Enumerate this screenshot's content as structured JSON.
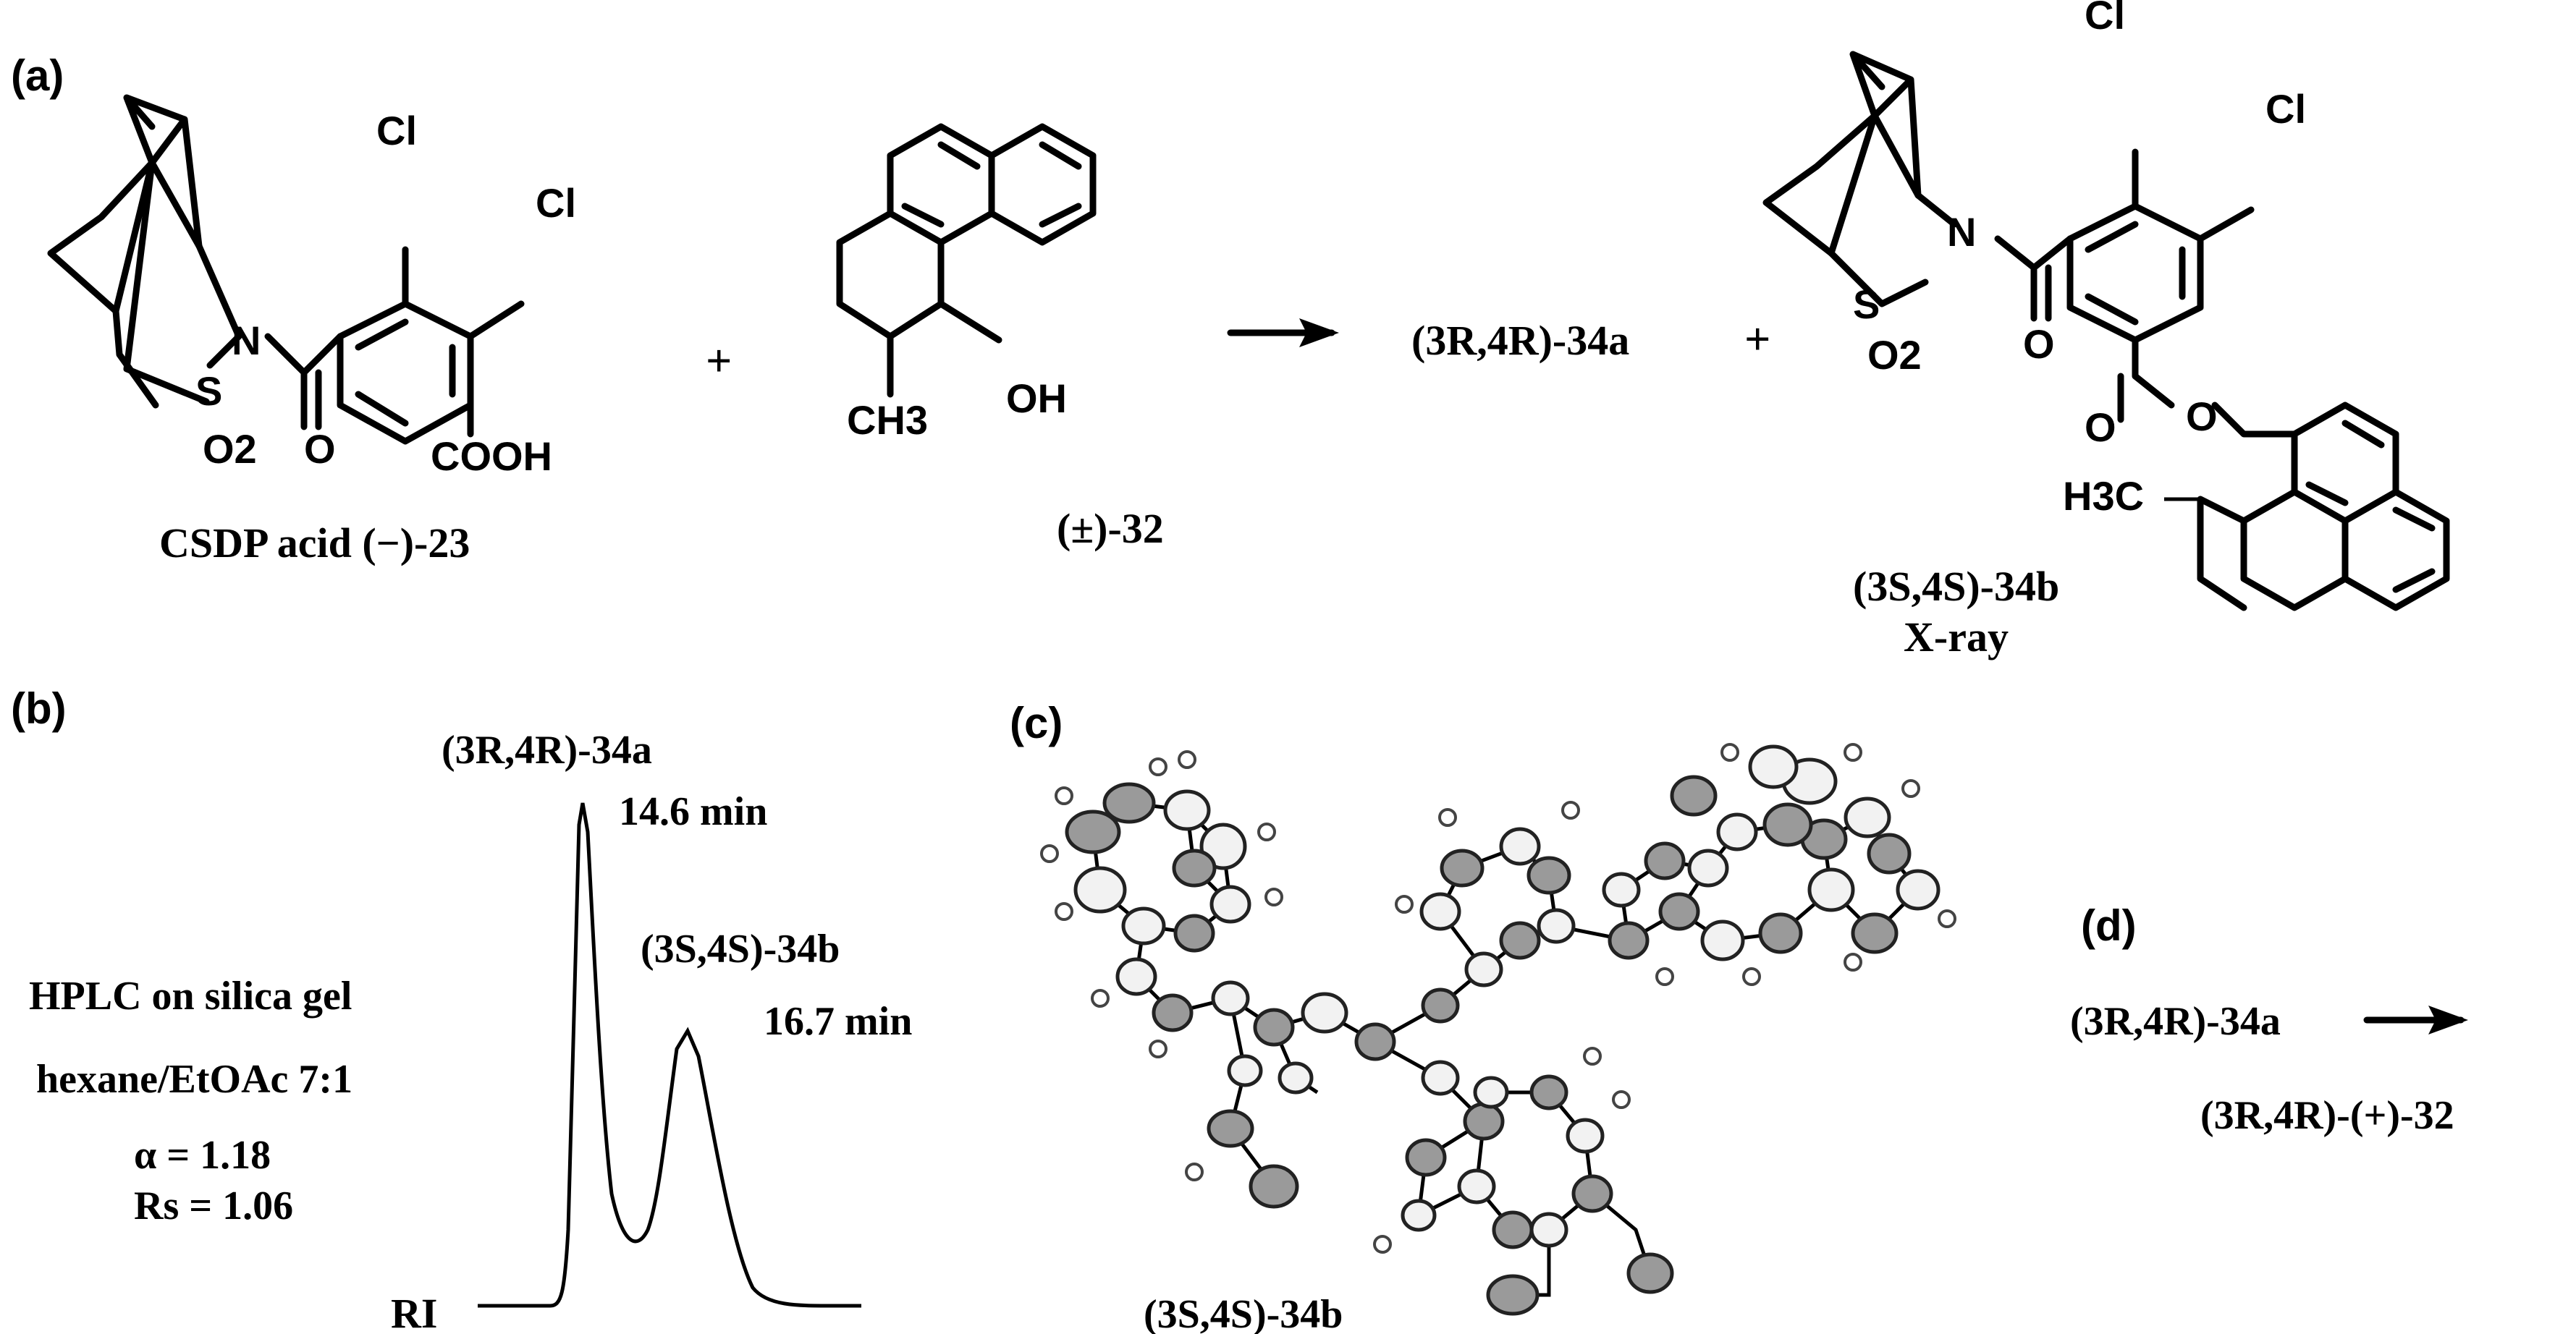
{
  "panels": {
    "a": {
      "label": "(a)",
      "reagent_name": "CSDP acid (−)-23",
      "plus_1": "+",
      "alcohol_name": "(±)-32",
      "product_a": "(3R,4R)-34a",
      "plus_2": "+",
      "product_b": "(3S,4S)-34b",
      "product_b_note": "X-ray",
      "atoms": {
        "cl": "Cl",
        "n": "N",
        "s": "S",
        "o2": "O2",
        "o": "O",
        "cooh": "COOH",
        "oh": "OH",
        "ch3": "CH3",
        "h3c": "H3C"
      }
    },
    "b": {
      "label": "(b)",
      "peak1_name": "(3R,4R)-34a",
      "peak1_time": "14.6 min",
      "peak2_name": "(3S,4S)-34b",
      "peak2_time": "16.7 min",
      "method_line1": "HPLC on silica gel",
      "method_line2": "hexane/EtOAc 7:1",
      "alpha": "α = 1.18",
      "rs": "Rs = 1.06",
      "detector": "RI"
    },
    "c": {
      "label": "(c)",
      "caption": "(3S,4S)-34b"
    },
    "d": {
      "label": "(d)",
      "from": "(3R,4R)-34a",
      "to": "(3R,4R)-(+)-32"
    }
  }
}
